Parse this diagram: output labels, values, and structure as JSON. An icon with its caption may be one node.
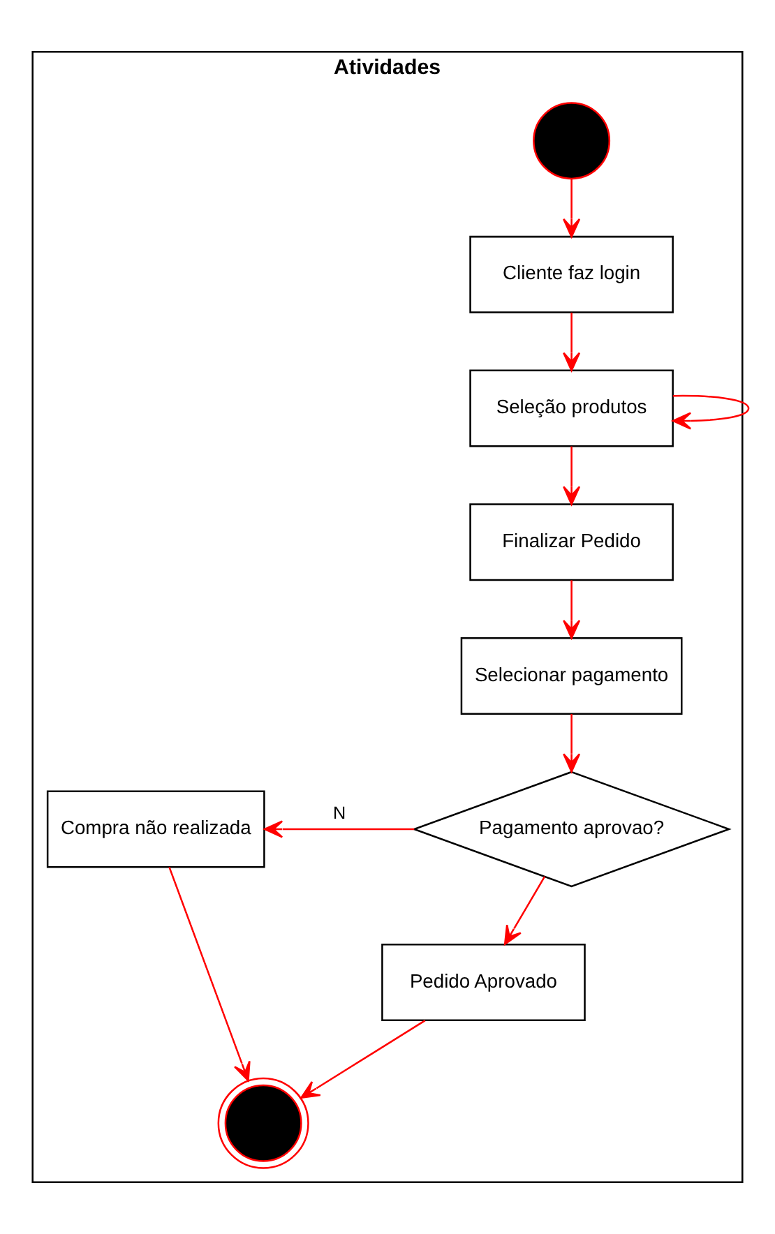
{
  "diagram": {
    "nodes": [
      {
        "text": [
          "Atividades"
        ]
      },
      {
        "text": [],
        "shape": "circle",
        "in": 0
      },
      {
        "text": [
          "Cliente faz login"
        ],
        "in": 0
      },
      {
        "text": [
          "Seleção produtos"
        ],
        "in": 0
      },
      {
        "text": [
          "Finalizar Pedido"
        ],
        "in": 0
      },
      {
        "text": [
          "Selecionar pagamento"
        ],
        "in": 0
      },
      {
        "text": [
          "Pagamento aprovao?"
        ],
        "in": 0
      },
      {
        "text": [
          "Compra não realizada"
        ],
        "in": 0
      },
      {
        "text": [
          "Pedido Aprovado"
        ],
        "in": 0
      },
      {
        "text": [],
        "shape": "bullseye",
        "in": 0
      }
    ],
    "edges": [
      {
        "from": 1,
        "to": 2,
        "arrow": "to"
      },
      {
        "from": 2,
        "to": 3,
        "arrow": "to"
      },
      {
        "from": 3,
        "to": 3,
        "arrow": "to"
      },
      {
        "from": 3,
        "to": 4,
        "arrow": "to"
      },
      {
        "from": 4,
        "to": 5,
        "arrow": "to"
      },
      {
        "from": 5,
        "to": 6,
        "arrow": "to"
      },
      {
        "from": 6,
        "to": 7,
        "arrow": "to",
        "label": "N"
      },
      {
        "from": 6,
        "to": 8,
        "arrow": "to"
      },
      {
        "from": 8,
        "to": 9,
        "arrow": "to"
      },
      {
        "from": 7,
        "to": 9,
        "arrow": "to"
      }
    ]
  }
}
